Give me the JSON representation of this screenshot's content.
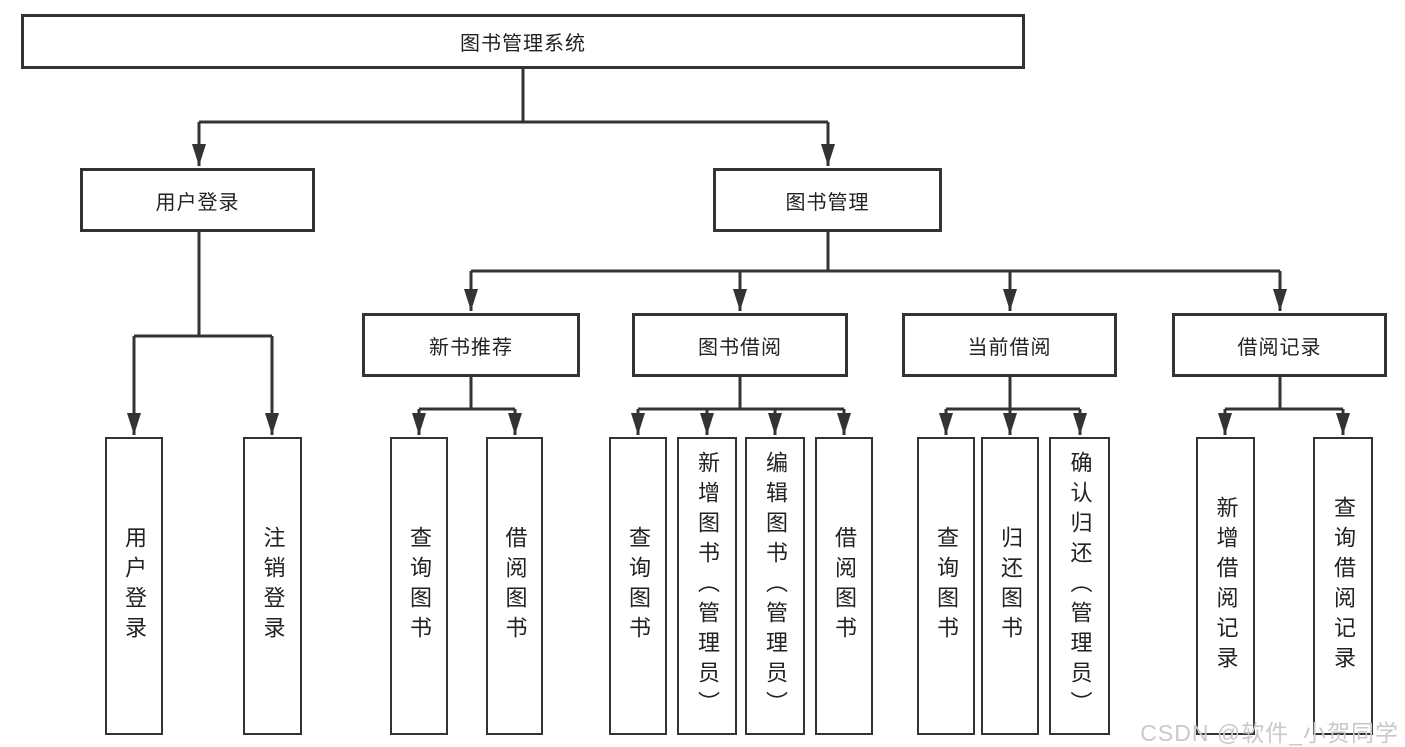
{
  "nodes": {
    "root": {
      "label": "图书管理系统"
    },
    "level2": [
      {
        "label": "用户登录"
      },
      {
        "label": "图书管理"
      }
    ],
    "level3": [
      {
        "label": "新书推荐"
      },
      {
        "label": "图书借阅"
      },
      {
        "label": "当前借阅"
      },
      {
        "label": "借阅记录"
      }
    ],
    "leaves": [
      {
        "label": "用户登录"
      },
      {
        "label": "注销登录"
      },
      {
        "label": "查询图书"
      },
      {
        "label": "借阅图书"
      },
      {
        "label": "查询图书"
      },
      {
        "label": "新增图书（管理员）"
      },
      {
        "label": "编辑图书（管理员）"
      },
      {
        "label": "借阅图书"
      },
      {
        "label": "查询图书"
      },
      {
        "label": "归还图书"
      },
      {
        "label": "确认归还（管理员）"
      },
      {
        "label": "新增借阅记录"
      },
      {
        "label": "查询借阅记录"
      }
    ]
  },
  "watermark": {
    "text": "CSDN @软件_小贺同学"
  },
  "colors": {
    "line": "#333333",
    "box_border": "#333333",
    "text": "#222222",
    "watermark": "#c9c9c9",
    "background": "#ffffff"
  }
}
